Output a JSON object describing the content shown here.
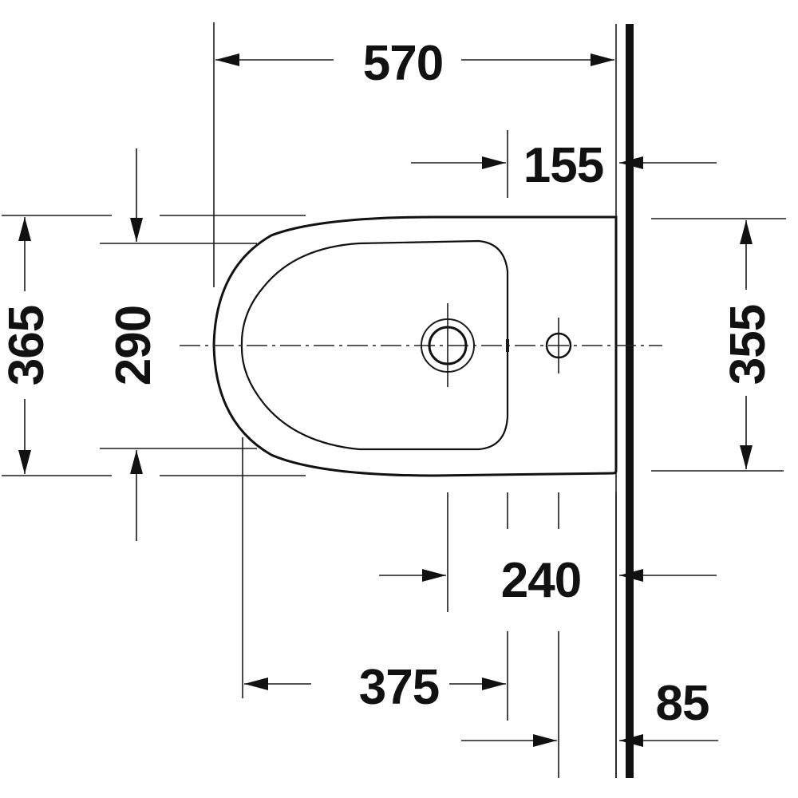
{
  "drawing": {
    "type": "technical plan view",
    "subject": "wall-hung bidet, top view",
    "colors": {
      "line": "#111111",
      "background": "#ffffff"
    }
  },
  "dimensions": {
    "overall_length": {
      "value": "570",
      "orientation": "horizontal"
    },
    "tap_hole_to_wall": {
      "value": "155",
      "orientation": "horizontal"
    },
    "outer_width": {
      "value": "365",
      "orientation": "vertical"
    },
    "bowl_width": {
      "value": "290",
      "orientation": "vertical"
    },
    "fixing_width": {
      "value": "355",
      "orientation": "vertical"
    },
    "drain_to_wall": {
      "value": "240",
      "orientation": "horizontal"
    },
    "fixing_from_front": {
      "value": "375",
      "orientation": "horizontal"
    },
    "fixing_to_wall": {
      "value": "85",
      "orientation": "horizontal"
    }
  }
}
